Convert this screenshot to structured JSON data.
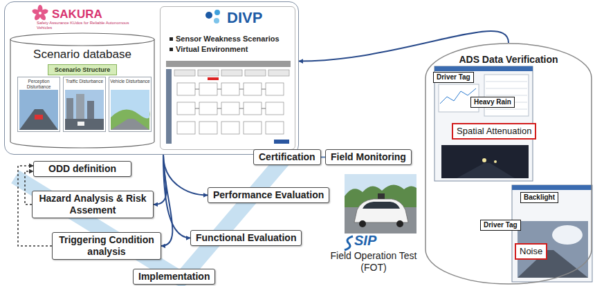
{
  "diagram": {
    "nodes": [
      {
        "text": []
      },
      {
        "text": [
          "SAKURA",
          "Safety Assurance KUdos for Reliable Autonomous Vehicles",
          "Scenario database"
        ],
        "in": 0
      },
      {
        "text": [
          "Scenario Structure"
        ],
        "in": 1
      },
      {
        "text": [
          "Perception Disturbance"
        ],
        "in": 1
      },
      {
        "text": [
          "Traffic Disturbance"
        ],
        "in": 1
      },
      {
        "text": [
          "Vehicle Disturbance"
        ],
        "in": 1
      },
      {
        "text": [
          "DIVP",
          "Sensor Weakness Scenarios",
          "Virtual Environment"
        ],
        "in": 0
      },
      {
        "text": [
          "ODD definition"
        ]
      },
      {
        "text": [
          "Hazard Analysis & Risk Assement"
        ]
      },
      {
        "text": [
          "Triggering Condition analysis"
        ]
      },
      {
        "text": [
          "Implementation"
        ]
      },
      {
        "text": [
          "Functional Evaluation"
        ]
      },
      {
        "text": [
          "Performance Evaluation"
        ]
      },
      {
        "text": [
          "Certification"
        ]
      },
      {
        "text": [
          "Field Monitoring"
        ]
      },
      {
        "text": [
          "ADS Data Verification"
        ]
      },
      {
        "text": [
          "Driver Tag"
        ],
        "in": 15
      },
      {
        "text": [
          "Heavy Rain"
        ],
        "in": 15
      },
      {
        "text": [
          "Spatial Attenuation"
        ],
        "in": 15
      },
      {
        "text": [
          "Backlight"
        ],
        "in": 15
      },
      {
        "text": [
          "Driver Tag"
        ],
        "in": 15
      },
      {
        "text": [
          "Noise"
        ],
        "in": 15
      }
    ],
    "edges": [
      {
        "from": 0,
        "to": 8,
        "arrow": "to"
      },
      {
        "from": 0,
        "to": 9,
        "arrow": "to"
      },
      {
        "from": 0,
        "to": 11,
        "arrow": "to"
      },
      {
        "from": 0,
        "to": 12,
        "arrow": "to"
      },
      {
        "from": 8,
        "to": 7,
        "arrow": "to"
      },
      {
        "from": 9,
        "to": 7,
        "arrow": "to"
      },
      {
        "from": 13,
        "to": 14,
        "arrow": "none"
      },
      {
        "from": 15,
        "to": 0,
        "arrow": "to"
      }
    ],
    "labels": [
      "SIP",
      "Field Operation Test (FOT)"
    ]
  }
}
